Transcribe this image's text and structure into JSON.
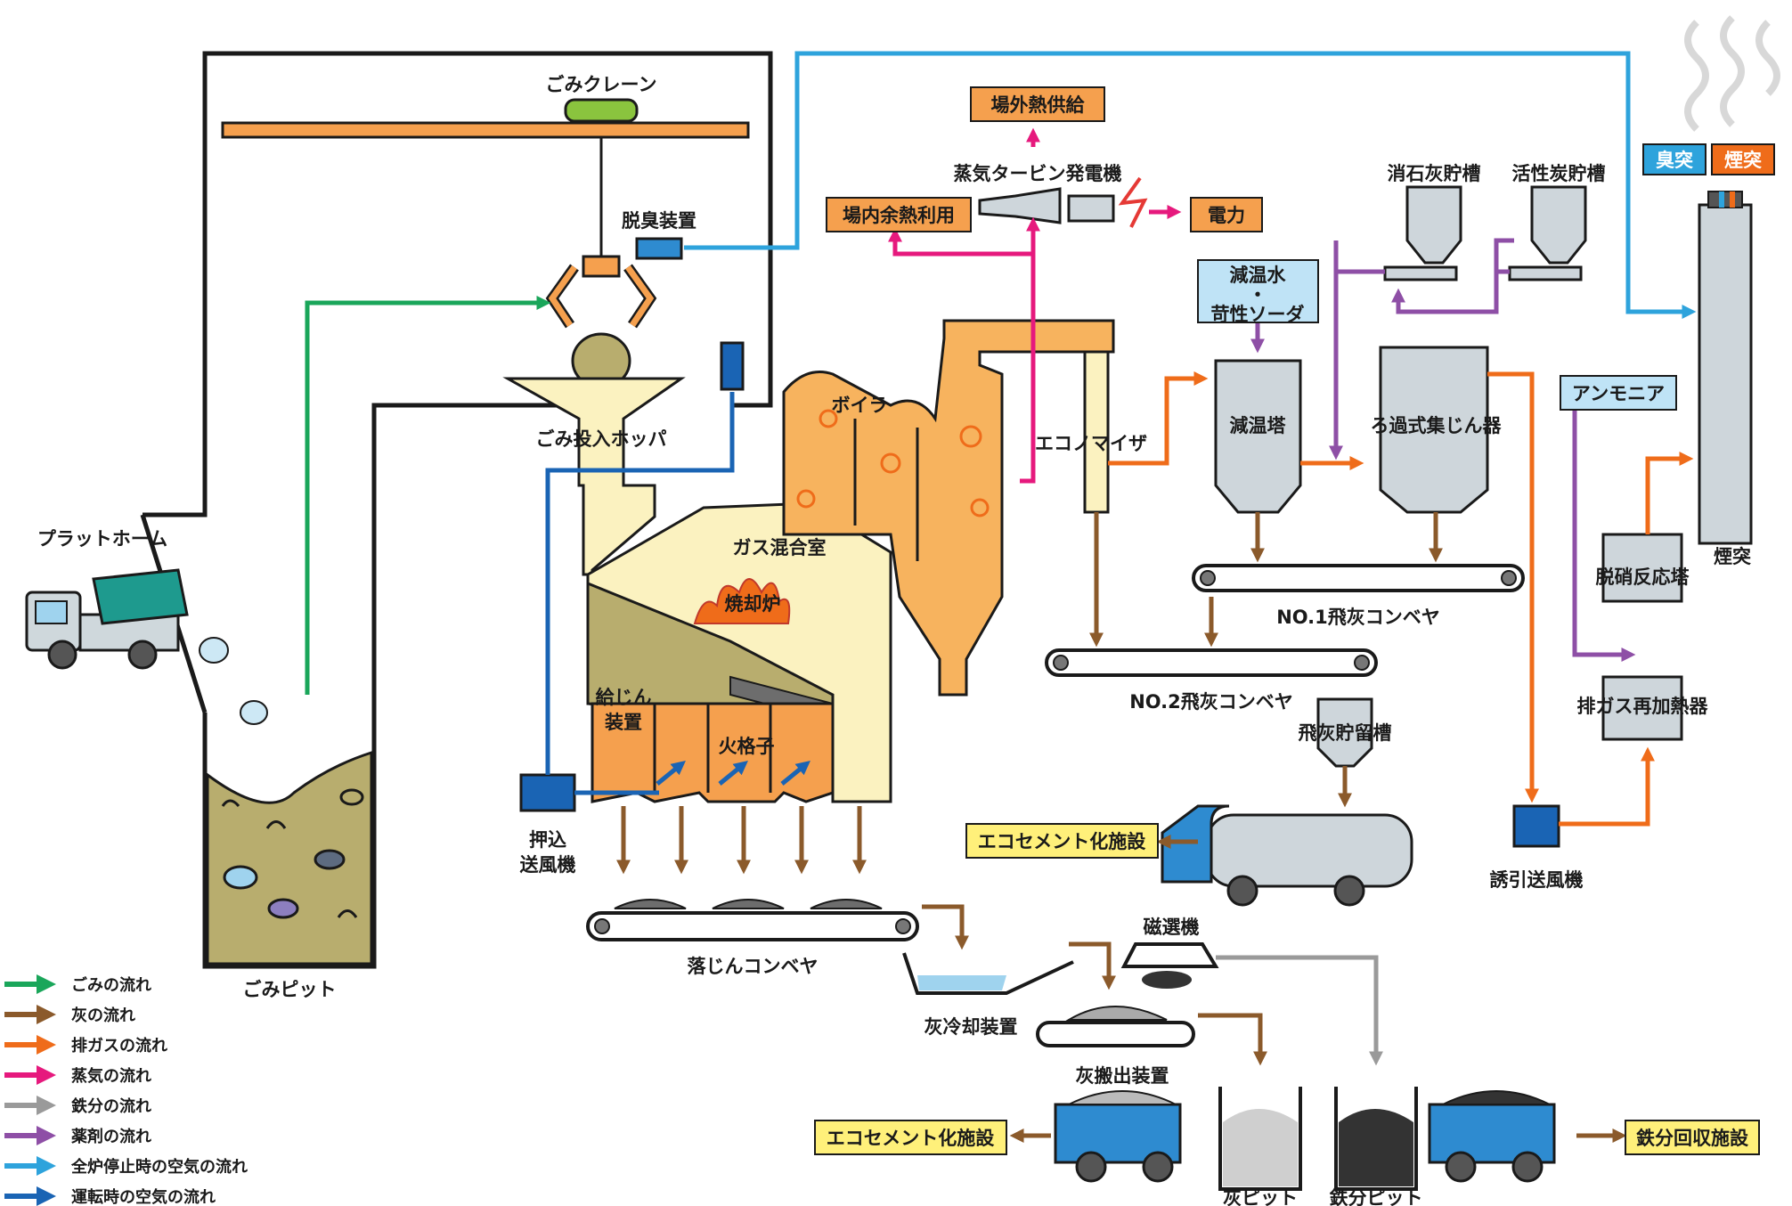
{
  "labels": {
    "crane": "ごみクレーン",
    "deodorizer": "脱臭装置",
    "hopper": "ごみ投入ホッパ",
    "platform": "プラットホーム",
    "pit": "ごみピット",
    "boiler": "ボイラ",
    "gas_mixing": "ガス混合室",
    "incinerator": "焼却炉",
    "feeder": "給じん\n装置",
    "grate": "火格子",
    "push_fan": "押込\n送風機",
    "drop_conveyor": "落じんコンベヤ",
    "ash_cooler": "灰冷却装置",
    "ash_carry": "灰搬出装置",
    "magnet": "磁選機",
    "ash_pit": "灰ピット",
    "iron_pit": "鉄分ピット",
    "turbine": "蒸気タービン発電機",
    "outside_heat": "場外熱供給",
    "inside_heat": "場内余熱利用",
    "power": "電力",
    "economizer": "エコノマイザ",
    "cooling_water": "減温水\n・\n苛性ソーダ",
    "cooling_tower": "減温塔",
    "filter": "ろ過式集じん器",
    "lime_tank": "消石灰貯槽",
    "carbon_tank": "活性炭貯槽",
    "conveyor_no1": "NO.1飛灰コンベヤ",
    "conveyor_no2": "NO.2飛灰コンベヤ",
    "fly_ash_tank": "飛灰貯留槽",
    "eco_cement_1": "エコセメント化施設",
    "eco_cement_2": "エコセメント化施設",
    "iron_recovery": "鉄分回収施設",
    "ammonia": "アンモニア",
    "denox": "脱硝反応塔",
    "reheater": "排ガス再加熱器",
    "induced_fan": "誘引送風機",
    "stack": "煙突",
    "odor_stack": "臭突",
    "smoke_stack": "煙突"
  },
  "legend": [
    {
      "label": "ごみの流れ",
      "color": "#1aa65a"
    },
    {
      "label": "灰の流れ",
      "color": "#8b5a2b"
    },
    {
      "label": "排ガスの流れ",
      "color": "#ef6c1a"
    },
    {
      "label": "蒸気の流れ",
      "color": "#e6197d"
    },
    {
      "label": "鉄分の流れ",
      "color": "#9a9a9a"
    },
    {
      "label": "薬剤の流れ",
      "color": "#8e4fa6"
    },
    {
      "label": "全炉停止時の空気の流れ",
      "color": "#2ea3dc"
    },
    {
      "label": "運転時の空気の流れ",
      "color": "#1a64b4"
    }
  ],
  "colors": {
    "waste": "#1aa65a",
    "ash": "#8b5a2b",
    "gas": "#ef6c1a",
    "steam": "#e6197d",
    "iron": "#9a9a9a",
    "chemical": "#8e4fa6",
    "air_stop": "#2ea3dc",
    "air_run": "#1a64b4",
    "orange_box": "#f5a04e",
    "yellow_box": "#fff07a",
    "blue_box": "#bfe3f6"
  }
}
